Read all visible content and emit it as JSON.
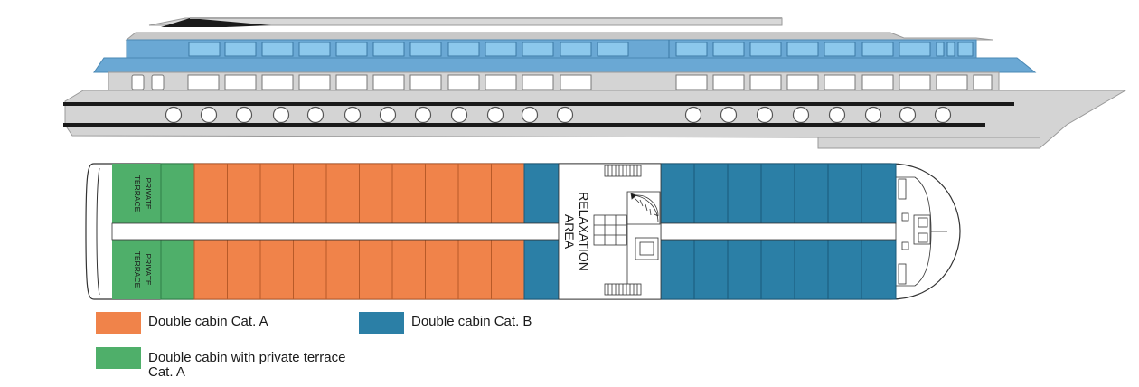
{
  "plan": {
    "relaxation_line1": "RELAXATION",
    "relaxation_line2": "AREA",
    "terrace_line1": "PRIVATE",
    "terrace_line2": "TERRACE"
  },
  "legend": {
    "cat_a": {
      "label": "Double cabin Cat. A",
      "color": "#F0834A"
    },
    "cat_b": {
      "label": "Double cabin Cat. B",
      "color": "#2B7FA6"
    },
    "terrace": {
      "label_line1": "Double cabin with private terrace",
      "label_line2": "Cat. A",
      "color": "#4FAF6A"
    }
  },
  "colors": {
    "hull_grey": "#D4D4D4",
    "deck_blue": "#6AA8D4",
    "window_blue": "#8CC8EC",
    "stripe": "#1A1A1A"
  }
}
